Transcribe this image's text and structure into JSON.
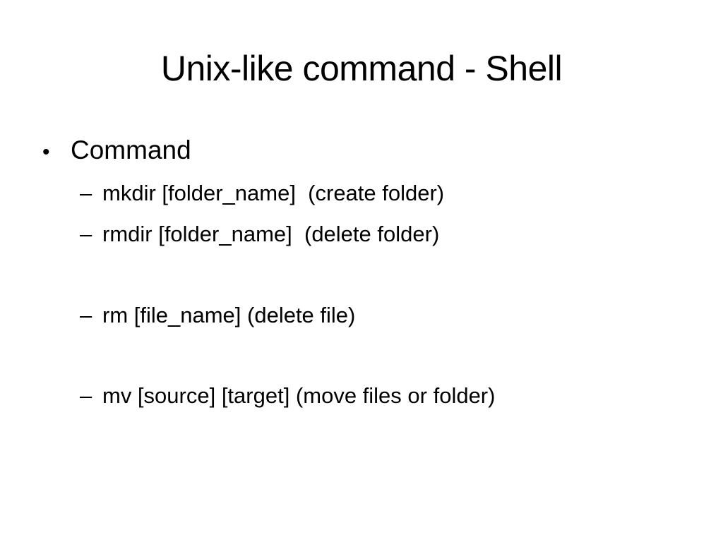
{
  "slide": {
    "title": "Unix-like command - Shell",
    "bullet": {
      "marker": "•",
      "label": "Command"
    },
    "sub_marker": "–",
    "sub_items": [
      {
        "text": "mkdir [folder_name]  (create folder)"
      },
      {
        "text": "rmdir [folder_name]  (delete folder)"
      },
      {
        "text": "rm [file_name] (delete file)"
      },
      {
        "text": "mv [source] [target] (move files or folder)"
      }
    ]
  }
}
